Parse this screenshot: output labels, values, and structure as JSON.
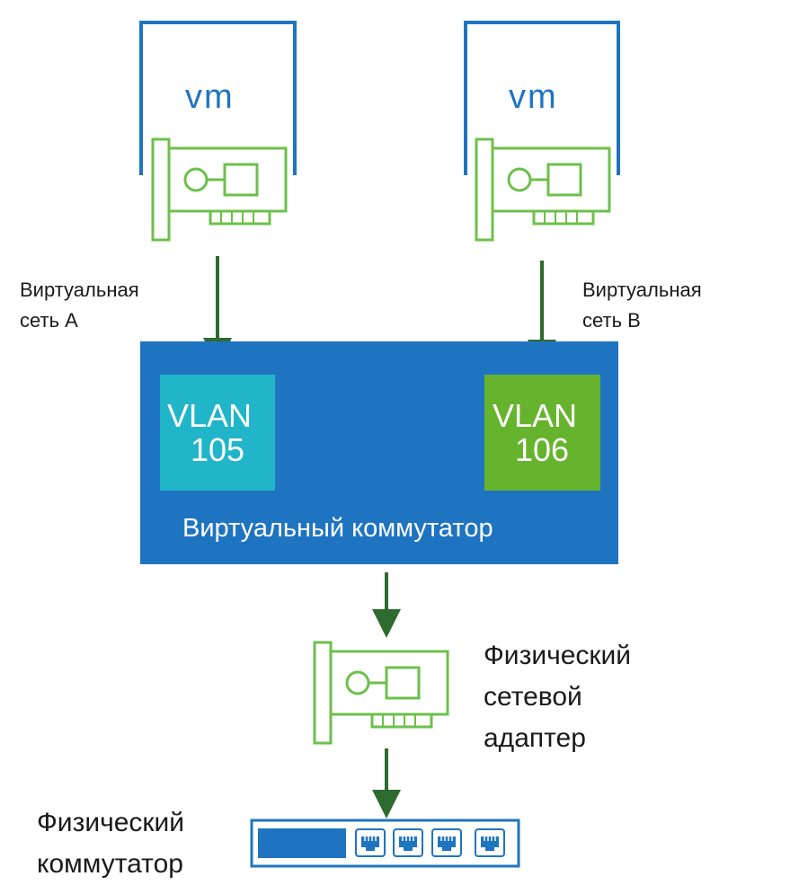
{
  "vms": [
    {
      "label": "vm",
      "network_label": "Виртуальная\nсеть A"
    },
    {
      "label": "vm",
      "network_label": "Виртуальная\nсеть B"
    }
  ],
  "vlans": [
    {
      "line1": "VLAN",
      "line2": "105",
      "color": "#20b5c8"
    },
    {
      "line1": "VLAN",
      "line2": "106",
      "color": "#66b32e"
    }
  ],
  "virtual_switch": {
    "label": "Виртуальный коммутатор",
    "color": "#1f74c2"
  },
  "physical_adapter": {
    "label": "Физический\nсетевой\nадаптер"
  },
  "physical_switch": {
    "label": "Физический\nкоммутатор"
  },
  "colors": {
    "vm_frame": "#1f74c2",
    "nic_outline": "#6cc04a",
    "arrow": "#2e6b2f"
  },
  "icons": [
    "vm-frame-icon",
    "network-card-icon",
    "arrow-down-icon",
    "ethernet-port-icon"
  ]
}
